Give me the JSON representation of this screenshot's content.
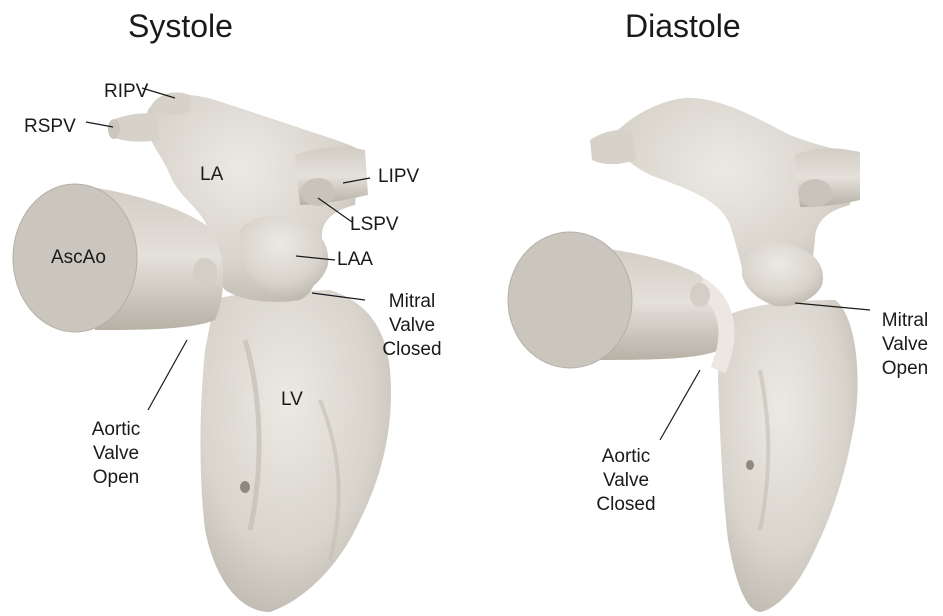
{
  "panels": [
    {
      "title": "Systole",
      "labels": {
        "ripv": "RIPV",
        "rspv": "RSPV",
        "la": "LA",
        "lipv": "LIPV",
        "lspv": "LSPV",
        "ascao": "AscAo",
        "laa": "LAA",
        "mitral": [
          "Mitral",
          "Valve",
          "Closed"
        ],
        "lv": "LV",
        "aortic": [
          "Aortic",
          "Valve",
          "Open"
        ]
      }
    },
    {
      "title": "Diastole",
      "labels": {
        "mitral": [
          "Mitral",
          "Valve",
          "Open"
        ],
        "aortic": [
          "Aortic",
          "Valve",
          "Closed"
        ]
      }
    }
  ],
  "colors": {
    "tissue": "#d9d5cd",
    "tissue_shadow": "#b9b3a8",
    "vessel_cap": "#cbc6bd",
    "leader": "#1a1a1a"
  }
}
